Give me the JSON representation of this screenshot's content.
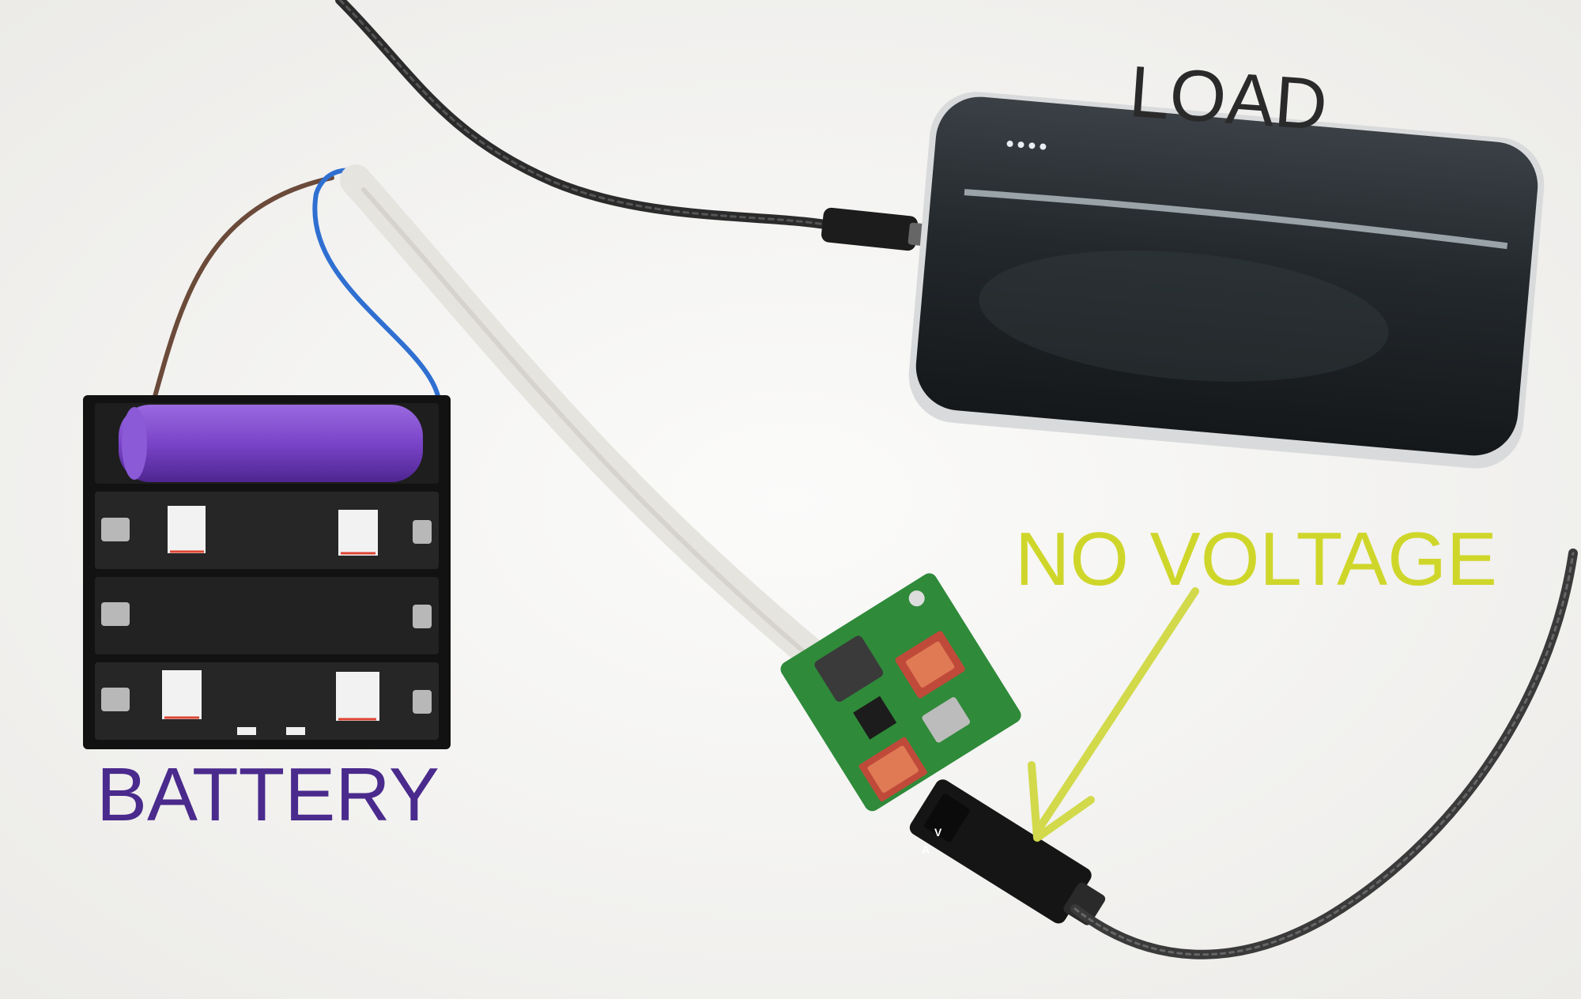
{
  "labels": {
    "load": "LOAD",
    "no_voltage": "NO VOLTAGE",
    "battery": "BATTERY"
  },
  "meter": {
    "v": "V",
    "a": "A"
  },
  "colors": {
    "load_label": "#2a2a2a",
    "no_voltage_label": "#cfd62a",
    "battery_label": "#4a2a8c",
    "arrow": "#d2d94a",
    "powerbank": "#1f2326",
    "cell": "#7a44c9",
    "pcb": "#2f8a3a",
    "cable": "#2b2b2b"
  }
}
